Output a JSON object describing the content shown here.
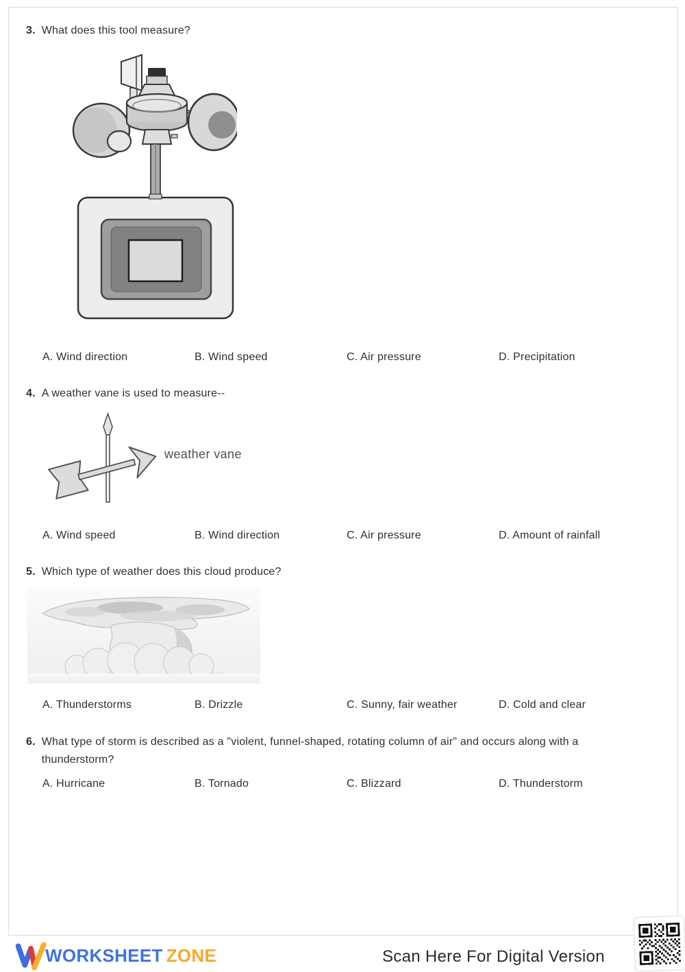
{
  "questions": [
    {
      "number": "3.",
      "text": "What does this tool measure?",
      "image": "anemometer",
      "choices": [
        "A. Wind direction",
        "B. Wind speed",
        "C. Air pressure",
        "D. Precipitation"
      ]
    },
    {
      "number": "4.",
      "text": "A weather vane is used to measure--",
      "image": "weather-vane",
      "image_label": "weather vane",
      "choices": [
        "A. Wind speed",
        "B. Wind direction",
        "C. Air pressure",
        "D. Amount of rainfall"
      ]
    },
    {
      "number": "5.",
      "text": "Which type of weather does this cloud produce?",
      "image": "cumulonimbus-cloud",
      "choices": [
        "A. Thunderstorms",
        "B. Drizzle",
        "C. Sunny, fair weather",
        "D. Cold and clear"
      ]
    },
    {
      "number": "6.",
      "text": "What type of storm is described as a \"violent, funnel-shaped, rotating column of air\" and occurs along with a thunderstorm?",
      "choices": [
        "A. Hurricane",
        "B. Tornado",
        "C. Blizzard",
        "D. Thunderstorm"
      ]
    }
  ],
  "footer": {
    "brand_word_1": "WORKSHEET",
    "brand_word_2": "ZONE",
    "scan_text": "Scan Here For Digital Version",
    "logo_icon": "worksheetzone-w-icon",
    "qr_icon": "qr-code"
  },
  "colors": {
    "brand_blue": "#3f72e0",
    "brand_orange": "#f6a92b",
    "logo_red": "#e33b30",
    "text": "#2e2e2e",
    "frame_border": "#dcdcdc"
  }
}
